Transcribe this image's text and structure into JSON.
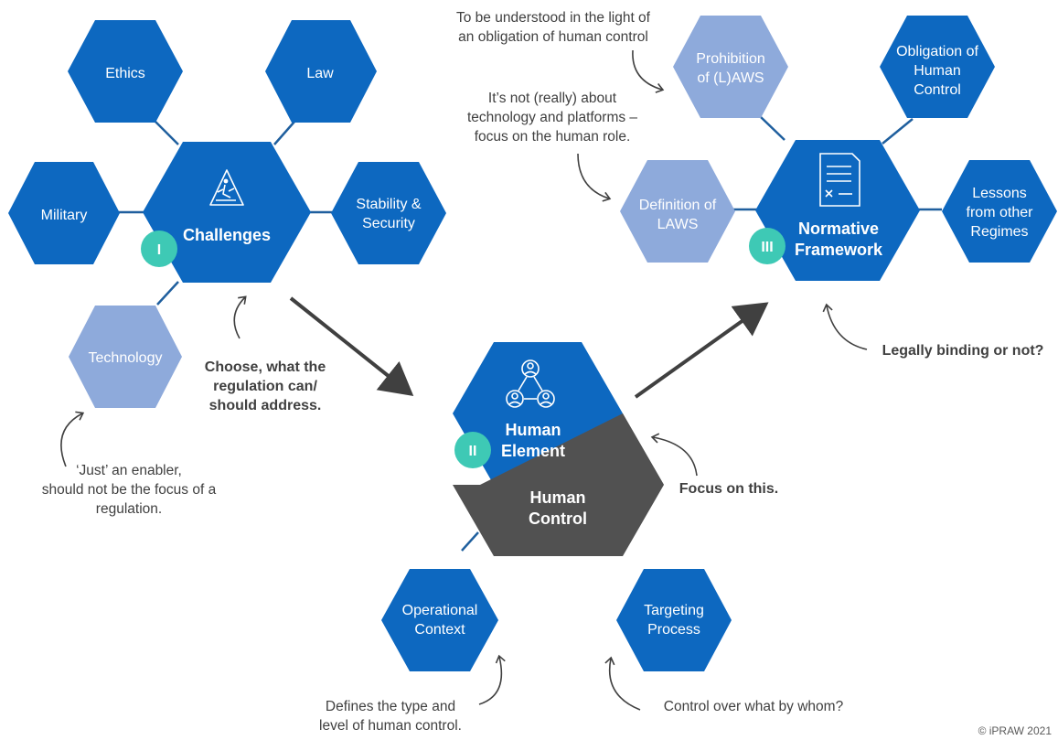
{
  "colors": {
    "dark_blue": "#0d68c0",
    "light_blue": "#8eaadb",
    "dark_grey": "#515151",
    "teal": "#3ec9b5",
    "arrow_grey": "#404040",
    "connector": "#1f5f9e"
  },
  "challenges": {
    "title": "Challenges",
    "badge": "I",
    "icon": "slipping-hazard-icon",
    "satellites": {
      "ethics": "Ethics",
      "law": "Law",
      "military": "Military",
      "stability_line1": "Stability &",
      "stability_line2": "Security",
      "technology": "Technology"
    }
  },
  "human": {
    "title_line1": "Human",
    "title_line2": "Element",
    "control_line1": "Human",
    "control_line2": "Control",
    "badge": "II",
    "icon": "people-network-icon",
    "satellites": {
      "operational_line1": "Operational",
      "operational_line2": "Context",
      "targeting_line1": "Targeting",
      "targeting_line2": "Process"
    }
  },
  "normative": {
    "title_line1": "Normative",
    "title_line2": "Framework",
    "badge": "III",
    "icon": "document-icon",
    "document_mark": "× —",
    "satellites": {
      "prohibition_line1": "Prohibition",
      "prohibition_line2": "of (L)AWS",
      "obligation_line1": "Obligation of",
      "obligation_line2": "Human",
      "obligation_line3": "Control",
      "definition_line1": "Definition of",
      "definition_line2": "LAWS",
      "lessons_line1": "Lessons",
      "lessons_line2": "from other",
      "lessons_line3": "Regimes"
    }
  },
  "notes": {
    "understood_line1": "To be understood in the light of",
    "understood_line2": "an obligation of human control",
    "technology_focus_line1": "It’s not (really) about",
    "technology_focus_line2": "technology and platforms –",
    "technology_focus_line3": "focus on the human role.",
    "choose_line1": "Choose, what the",
    "choose_line2": "regulation can/",
    "choose_line3": "should address.",
    "enabler_line1": "‘Just’ an enabler,",
    "enabler_line2": "should not be the focus of a",
    "enabler_line3": "regulation.",
    "focus": "Focus on this.",
    "legally": "Legally binding or not?",
    "defines_line1": "Defines the type and",
    "defines_line2": "level of human control.",
    "control_over": "Control over what by whom?"
  },
  "copyright": "© iPRAW 2021"
}
